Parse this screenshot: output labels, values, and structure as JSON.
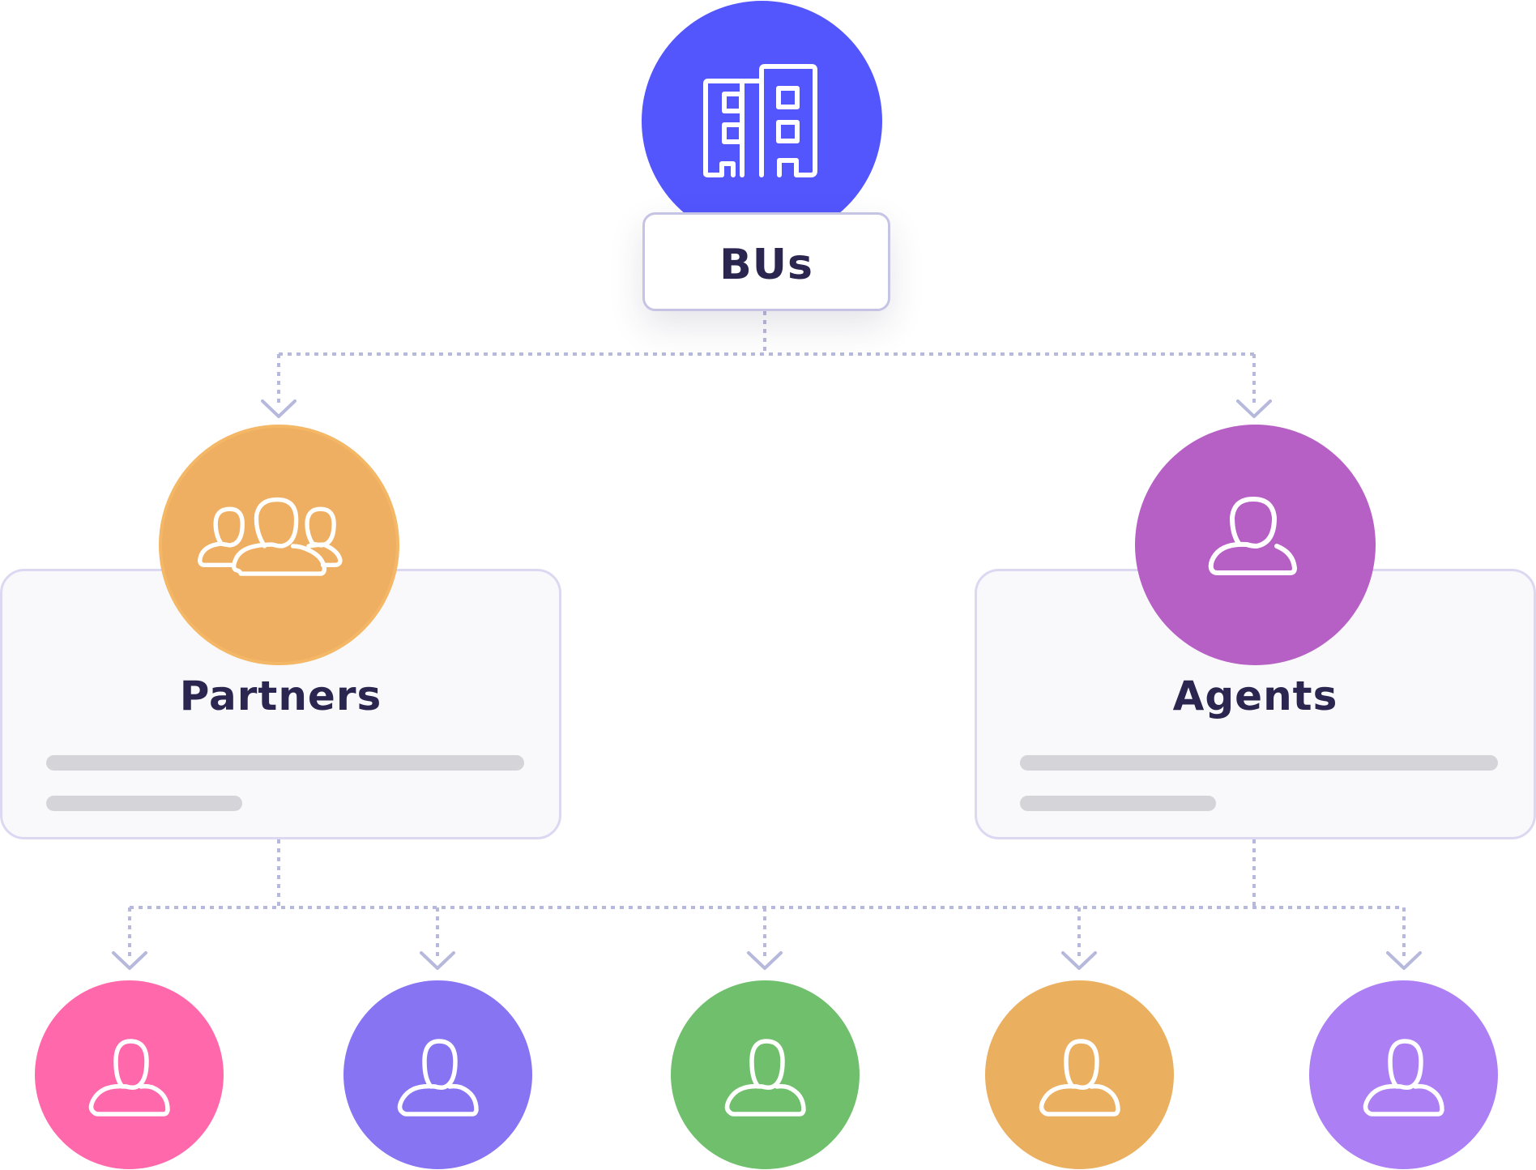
{
  "root": {
    "label": "BUs",
    "icon": "buildings-icon",
    "color": "#5356fd"
  },
  "groups": [
    {
      "label": "Partners",
      "icon": "users-group-icon",
      "color": "#efaf62"
    },
    {
      "label": "Agents",
      "icon": "user-icon",
      "color": "#b65fc5"
    }
  ],
  "users": [
    {
      "icon": "user-icon",
      "color": "#ff69ab"
    },
    {
      "icon": "user-icon",
      "color": "#8674f3"
    },
    {
      "icon": "user-icon",
      "color": "#70bf6c"
    },
    {
      "icon": "user-icon",
      "color": "#ebaf60"
    },
    {
      "icon": "user-icon",
      "color": "#ad7ff5"
    }
  ],
  "connector_color": "#b6b9dc",
  "card_placeholder_color": "#d4d4d9"
}
